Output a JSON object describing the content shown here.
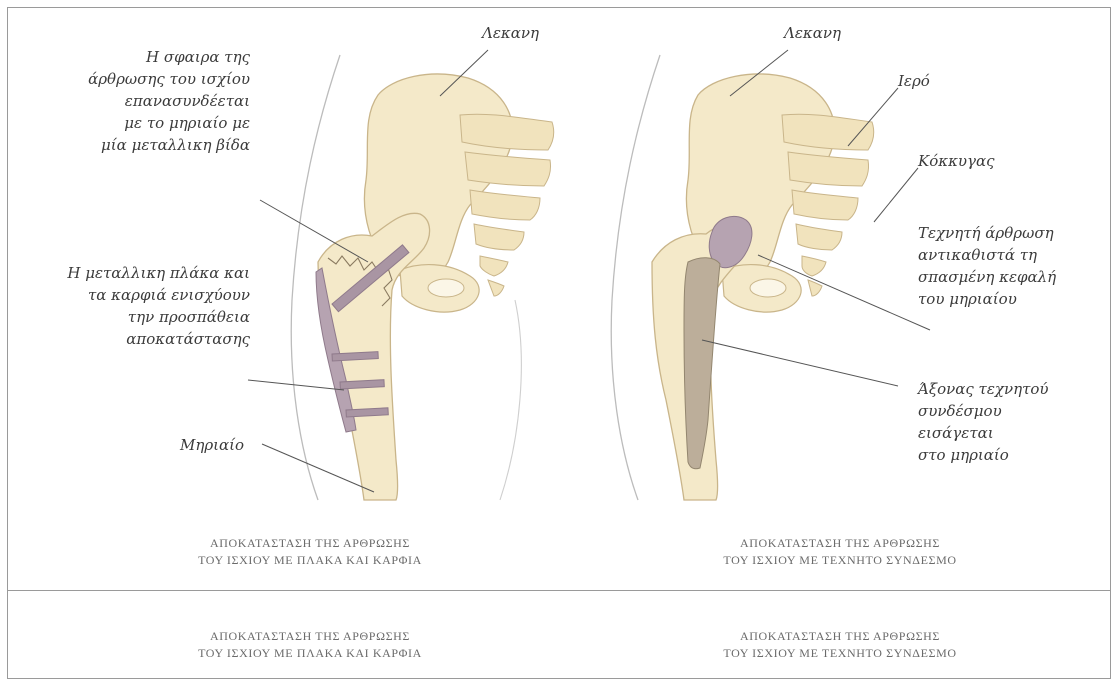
{
  "left_panel": {
    "pelvis_label": "Λεκανη",
    "ball_label": [
      "Η σφαιρα της",
      "άρθρωσης του ισχίου",
      "επανασυνδέεται",
      "με το μηριαίο με",
      "μία μεταλλικη βίδα"
    ],
    "plate_label": [
      "Η μεταλλικη πλάκα και",
      "τα καρφιά ενισχύουν",
      "την προσπάθεια",
      "αποκατάστασης"
    ],
    "femur_label": "Μηριαίο",
    "caption": [
      "ΑΠΟΚΑΤΑΣΤΑΣΗ ΤΗΣ ΑΡΘΡΩΣΗΣ",
      "ΤΟΥ ΙΣΧΙΟΥ ΜΕ ΠΛΑΚΑ ΚΑΙ ΚΑΡΦΙΑ"
    ]
  },
  "right_panel": {
    "pelvis_label": "Λεκανη",
    "sacrum_label": "Ιερό",
    "coccyx_label": "Κόκκυγας",
    "joint_label": [
      "Τεχνητή άρθρωση",
      "αντικαθιστά τη",
      "σπασμένη κεφαλή",
      "του μηριαίου"
    ],
    "stem_label": [
      "Άξονας τεχνητού",
      "συνδέσμου",
      "εισάγεται",
      "στο μηριαίο"
    ],
    "caption": [
      "ΑΠΟΚΑΤΑΣΤΑΣΗ ΤΗΣ ΑΡΘΡΩΣΗΣ",
      "ΤΟΥ ΙΣΧΙΟΥ ΜΕ ΤΕΧΝΗΤΟ ΣΥΝΔΕΣΜΟ"
    ]
  },
  "bottom_captions": {
    "left": [
      "ΑΠΟΚΑΤΑΣΤΑΣΗ ΤΗΣ ΑΡΘΡΩΣΗΣ",
      "ΤΟΥ ΙΣΧΙΟΥ ΜΕ ΠΛΑΚΑ ΚΑΙ ΚΑΡΦΙΑ"
    ],
    "right": [
      "ΑΠΟΚΑΤΑΣΤΑΣΗ ΤΗΣ ΑΡΘΡΩΣΗΣ",
      "ΤΟΥ ΙΣΧΙΟΥ ΜΕ ΤΕΧΝΗΤΟ ΣΥΝΔΕΣΜΟ"
    ]
  },
  "colors": {
    "bone": "#f4e9c9",
    "bone_outline": "#c9b58a",
    "implant": "#a995a3",
    "leader": "#555555",
    "skin": "#bcbcbc"
  }
}
